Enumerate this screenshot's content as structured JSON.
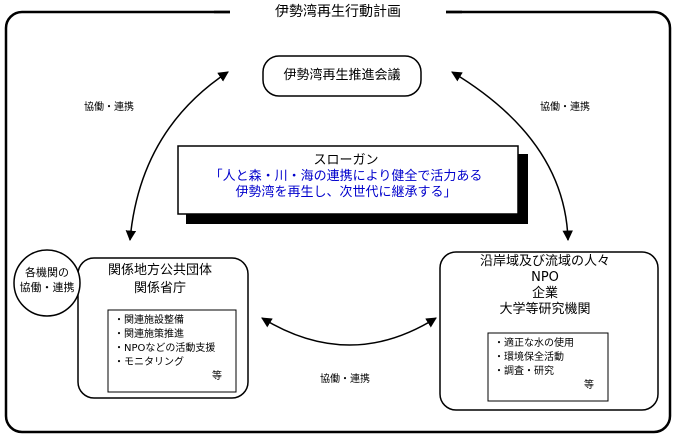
{
  "title": "伊勢湾再生行動計画",
  "council": "伊勢湾再生推進会議",
  "slogan": {
    "heading": "スローガン",
    "line1": "「人と森・川・海の連携により健全で活力ある",
    "line2": "伊勢湾を再生し、次世代に継承する」"
  },
  "collaboration_labels": {
    "left": "協働・連携",
    "right": "協働・連携",
    "bottom": "協働・連携"
  },
  "circle": {
    "line1": "各機関の",
    "line2": "協働・連携"
  },
  "government": {
    "line1": "関係地方公共団体",
    "line2": "関係省庁",
    "items": [
      "・関連施設整備",
      "・関連施策推進",
      "・NPOなどの活動支援",
      "・モニタリング"
    ],
    "etc": "等"
  },
  "coastal": {
    "line1": "沿岸域及び流域の人々",
    "line2": "NPO",
    "line3": "企業",
    "line4": "大学等研究機関",
    "items": [
      "・適正な水の使用",
      "・環境保全活動",
      "・調査・研究"
    ],
    "etc": "等"
  },
  "colors": {
    "slogan_text": "#0000cc",
    "lines": "#000000",
    "slogan_shadow": "#000000"
  }
}
